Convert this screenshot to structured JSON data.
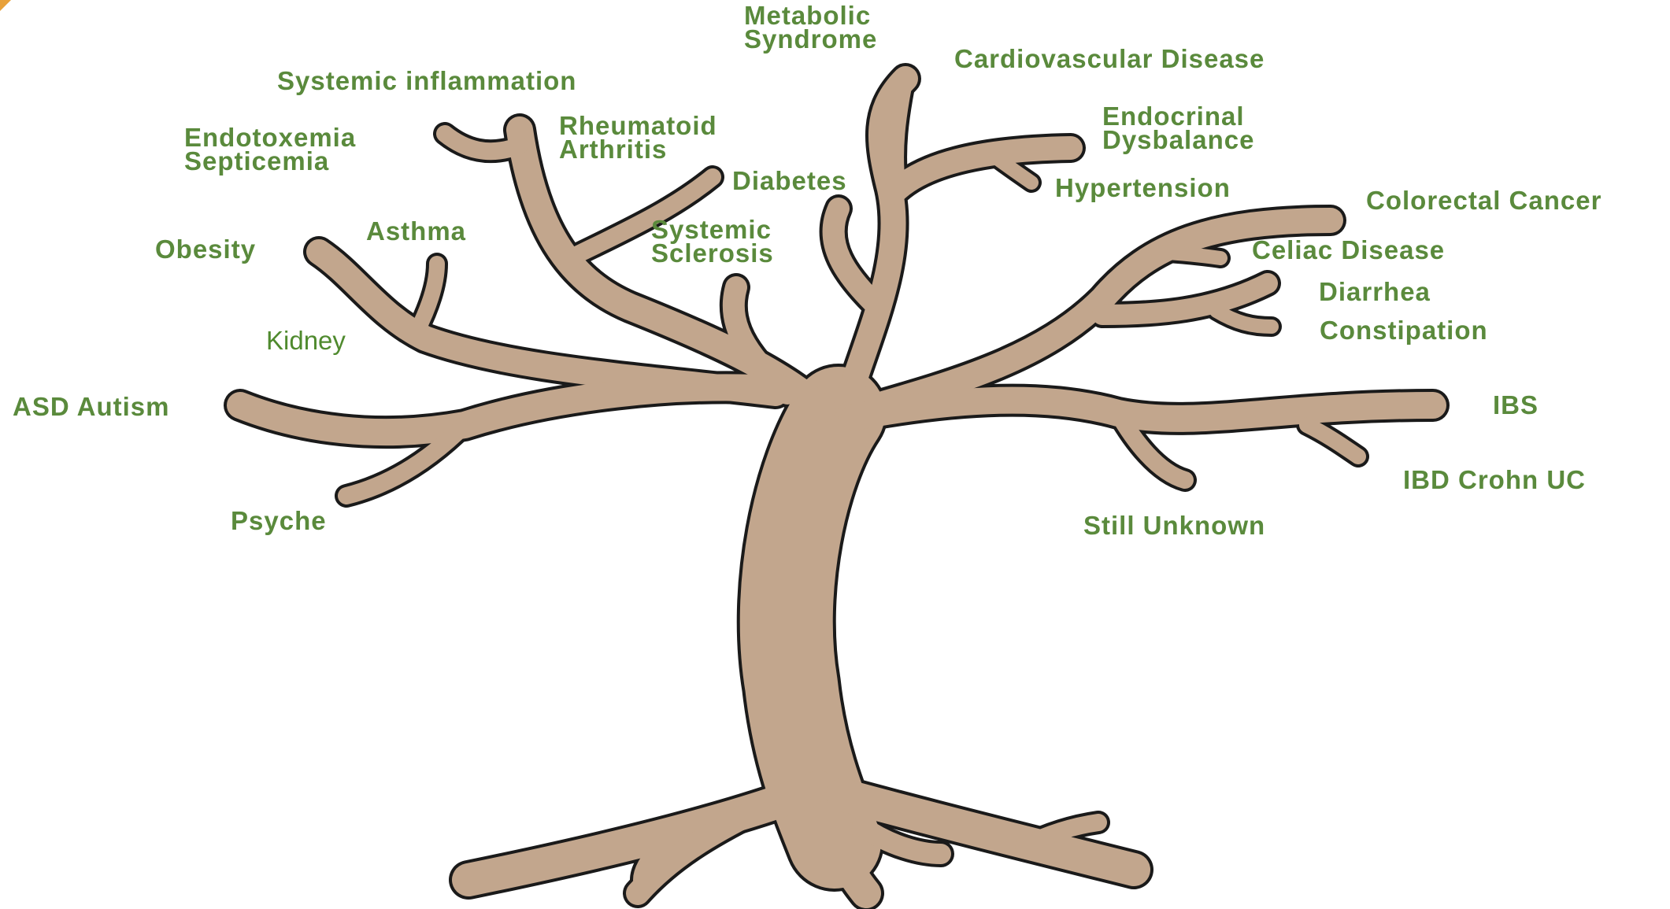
{
  "tree": {
    "labels": {
      "metabolic_syndrome": "Metabolic\nSyndrome",
      "cardiovascular_disease": "Cardiovascular Disease",
      "systemic_inflammation": "Systemic inflammation",
      "rheumatoid_arthritis": "Rheumatoid\nArthritis",
      "endotoxemia_septicemia": "Endotoxemia\nSepticemia",
      "endocrinal_dysbalance": "Endocrinal\nDysbalance",
      "diabetes": "Diabetes",
      "hypertension": "Hypertension",
      "colorectal_cancer": "Colorectal Cancer",
      "asthma": "Asthma",
      "systemic_sclerosis": "Systemic\nSclerosis",
      "obesity": "Obesity",
      "celiac_disease": "Celiac Disease",
      "diarrhea": "Diarrhea",
      "kidney": "Kidney",
      "constipation": "Constipation",
      "asd_autism": "ASD Autism",
      "ibs": "IBS",
      "ibd_crohn_uc": "IBD Crohn UC",
      "psyche": "Psyche",
      "still_unknown": "Still Unknown"
    },
    "colors": {
      "label_green": "#5a8a3c",
      "wood": "#c2a68d",
      "outline": "#1a1a1a",
      "corner_accent": "#e8a13a"
    }
  }
}
